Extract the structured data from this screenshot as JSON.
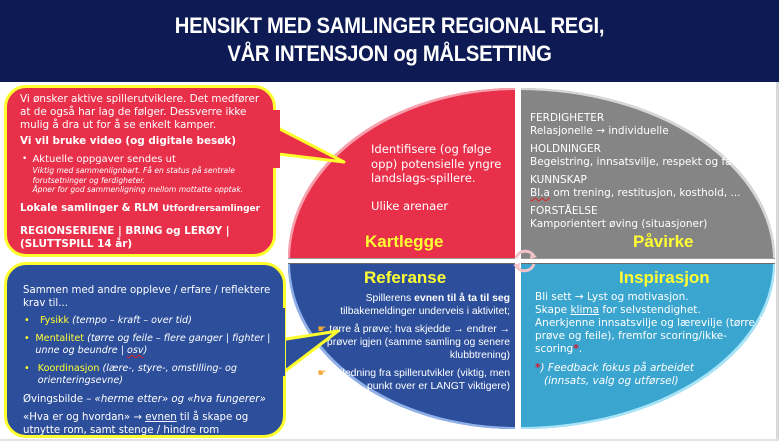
{
  "title": {
    "line1": "HENSIKT MED SAMLINGER REGIONAL REGI,",
    "line2": "VÅR INTENSJON og MÅLSETTING"
  },
  "colors": {
    "title_bg": "#0d1a53",
    "red": "#e8304a",
    "grey": "#858585",
    "dark_blue": "#2c4e9b",
    "light_blue": "#3aa5cf",
    "yellow": "#ffff33",
    "callout_border": "#ffff2e"
  },
  "callout_red": {
    "intro": "Vi ønsker aktive spillerutviklere. Det medfører at de også har lag de følger. Dessverre ikke mulig å dra ut for å se enkelt kamper.",
    "video_heading": "Vi vil bruke video (og digitale besøk)",
    "bullet_main": "Aktuelle oppgaver sendes ut",
    "bullet_note1": "Viktig med sammenlignbart. Få en status på sentrale forutsetninger og ferdigheter.",
    "bullet_note2": "Åpner for god sammenligning mellom mottatte opptak.",
    "lokale": "Lokale samlinger & RLM",
    "lokale_small": "Utfordrersamlinger",
    "region": "REGIONSERIENE | BRING og LERØY | (SLUTTSPILL 14 år)"
  },
  "callout_blue": {
    "intro": "Sammen med andre oppleve / erfare / reflektere krav til...",
    "bullets": [
      {
        "keyword": "Fysikk",
        "detail": "(tempo – kraft – over tid)"
      },
      {
        "keyword": "Mentalitet",
        "detail": "(tørre og feile – flere ganger | fighter | unne og beundre | ",
        "detail_end": "osv",
        "detail_close": ")"
      },
      {
        "keyword": "Koordinasjon",
        "detail": "(lære-, styre-, omstilling- og orienteringsevne)"
      }
    ],
    "ovingsbilde_prefix": "Øvingsbilde – ",
    "ovingsbilde_italic": "«herme etter» og «hva fungerer»",
    "hva_prefix": "«Hva er og hvordan» → ",
    "hva_underline": "evnen",
    "hva_suffix": " til å skape og utnytte rom, samt stenge / hindre rom"
  },
  "quadrants": {
    "kartlegge": {
      "label": "Kartlegge",
      "text1": "Identifisere (og følge opp) potensielle yngre landslags-spillere.",
      "text2": "Ulike arenaer"
    },
    "pavirke": {
      "label": "Påvirke",
      "items": [
        {
          "heading": "FERDIGHETER",
          "text": "Relasjonelle → individuelle"
        },
        {
          "heading": "HOLDNINGER",
          "text": "Begeistring, innsatsvilje, respekt og fair-play"
        },
        {
          "heading": "KUNNSKAP",
          "text_squiggle": "Bl.a",
          "text": " om trening, restitusjon, kosthold, ..."
        },
        {
          "heading": "FORSTÅELSE",
          "text": "Kamporientert øving (situasjoner)"
        }
      ]
    },
    "referanse": {
      "label": "Referanse",
      "intro_prefix": "Spillerens ",
      "intro_bold": "evnen til å ta til seg",
      "intro_suffix": " tilbakemeldinger underveis i aktivitet;",
      "point1": "tørre å prøve; hva skjedde → endrer → prøver igjen (samme samling og senere klubbtrening)",
      "point2": "veiledning fra spillerutvikler (viktig, men punkt over er LANGT viktigere)"
    },
    "inspirasjon": {
      "label": "Inspirasjon",
      "line1": "Bli sett → Lyst og motivasjon.",
      "line2_prefix": "Skape ",
      "line2_underline": "klima",
      "line2_suffix": " for selvstendighet.",
      "line3": "Anerkjenne innsatsvilje og lærevilje (tørre å prøve og feile), fremfor scoring/ikke-scoring",
      "star": "*",
      "note_star": "*",
      "note_line1": ") Feedback fokus på arbeidet",
      "note_line2": "(innsats, valg og utførsel)"
    }
  },
  "icons": {
    "cycle": "circular-arrows-icon",
    "pointer": "pointing-hand-icon"
  }
}
